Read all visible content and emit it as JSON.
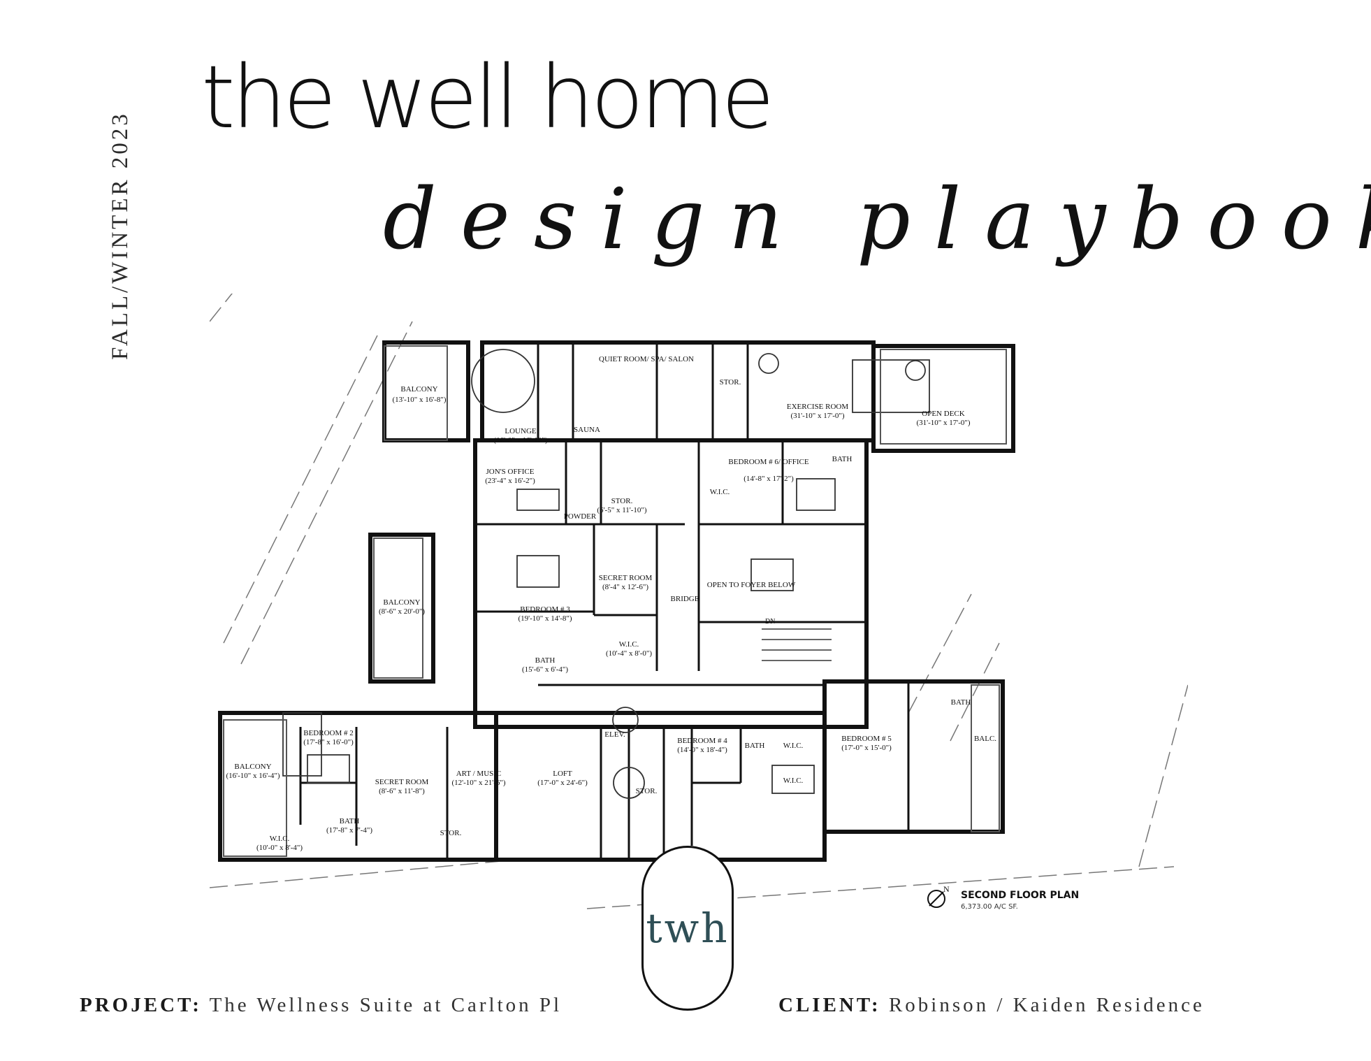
{
  "header": {
    "season": "FALL/WINTER 2023",
    "title_line1": "the well home",
    "title_line2": "design playbook"
  },
  "floor_plan": {
    "rooms": [
      {
        "name": "BALCONY",
        "dims": "(13'-10\" x 16'-8\")"
      },
      {
        "name": "LOUNGE",
        "dims": "(16'-0\" x 16'-10\")"
      },
      {
        "name": "SAUNA",
        "dims": ""
      },
      {
        "name": "QUIET ROOM/ SPA/ SALON",
        "dims": ""
      },
      {
        "name": "STOR.",
        "dims": ""
      },
      {
        "name": "EXERCISE ROOM",
        "dims": "(31'-10\" x 17'-0\")"
      },
      {
        "name": "OPEN DECK",
        "dims": "(31'-10\" x 17'-0\")"
      },
      {
        "name": "JON'S OFFICE",
        "dims": "(23'-4\" x 16'-2\")"
      },
      {
        "name": "POWDER",
        "dims": ""
      },
      {
        "name": "STOR.",
        "dims": "(6'-5\" x 11'-10\")"
      },
      {
        "name": "BEDROOM # 6/ OFFICE",
        "dims": "(14'-8\" x 17'-2\")"
      },
      {
        "name": "BATH",
        "dims": ""
      },
      {
        "name": "W.I.C.",
        "dims": ""
      },
      {
        "name": "BALCONY",
        "dims": "(8'-6\" x 20'-0\")"
      },
      {
        "name": "BEDROOM # 3",
        "dims": "(19'-10\" x 14'-8\")"
      },
      {
        "name": "SECRET ROOM",
        "dims": "(8'-4\" x 12'-6\")"
      },
      {
        "name": "BRIDGE",
        "dims": ""
      },
      {
        "name": "OPEN TO FOYER BELOW",
        "dims": ""
      },
      {
        "name": "W.I.C.",
        "dims": "(10'-4\" x 8'-0\")"
      },
      {
        "name": "BATH",
        "dims": "(15'-6\" x 6'-4\")"
      },
      {
        "name": "BATH",
        "dims": ""
      },
      {
        "name": "BALCONY",
        "dims": "(16'-10\" x 16'-4\")"
      },
      {
        "name": "BEDROOM # 2",
        "dims": "(17'-8\" x 16'-0\")"
      },
      {
        "name": "SECRET ROOM",
        "dims": "(8'-6\" x 11'-8\")"
      },
      {
        "name": "ART / MUSIC",
        "dims": "(12'-10\" x 21'-6\")"
      },
      {
        "name": "LOFT",
        "dims": "(17'-0\" x 24'-6\")"
      },
      {
        "name": "ELEV.",
        "dims": ""
      },
      {
        "name": "STOR.",
        "dims": ""
      },
      {
        "name": "BEDROOM # 4",
        "dims": "(14'-0\" x 18'-4\")"
      },
      {
        "name": "BATH",
        "dims": ""
      },
      {
        "name": "W.I.C.",
        "dims": ""
      },
      {
        "name": "W.I.C.",
        "dims": ""
      },
      {
        "name": "BEDROOM # 5",
        "dims": "(17'-0\" x 15'-0\")"
      },
      {
        "name": "BALC.",
        "dims": ""
      },
      {
        "name": "BATH",
        "dims": "(17'-8\" x 7'-4\")"
      },
      {
        "name": "W.I.C.",
        "dims": "(10'-0\" x 8'-4\")"
      },
      {
        "name": "STOR.",
        "dims": ""
      }
    ],
    "plan_title": "SECOND FLOOR PLAN",
    "plan_area": "6,373.00 A/C SF.",
    "north_label": "N",
    "stair_label": "DN"
  },
  "logo": {
    "text": "twh"
  },
  "footer": {
    "project_key": "PROJECT:",
    "project_value": "The Wellness Suite at Carlton Pl",
    "client_key": "CLIENT:",
    "client_value": "Robinson / Kaiden Residence"
  }
}
